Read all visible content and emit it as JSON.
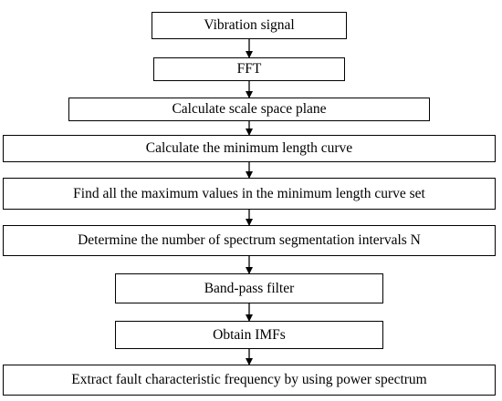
{
  "flowchart": {
    "steps": [
      "Vibration signal",
      "FFT",
      "Calculate scale space plane",
      "Calculate the minimum length curve",
      "Find all the maximum values in the minimum length curve set",
      "Determine the number of spectrum segmentation intervals N",
      "Band-pass filter",
      "Obtain IMFs",
      "Extract fault characteristic frequency by using power spectrum"
    ]
  }
}
